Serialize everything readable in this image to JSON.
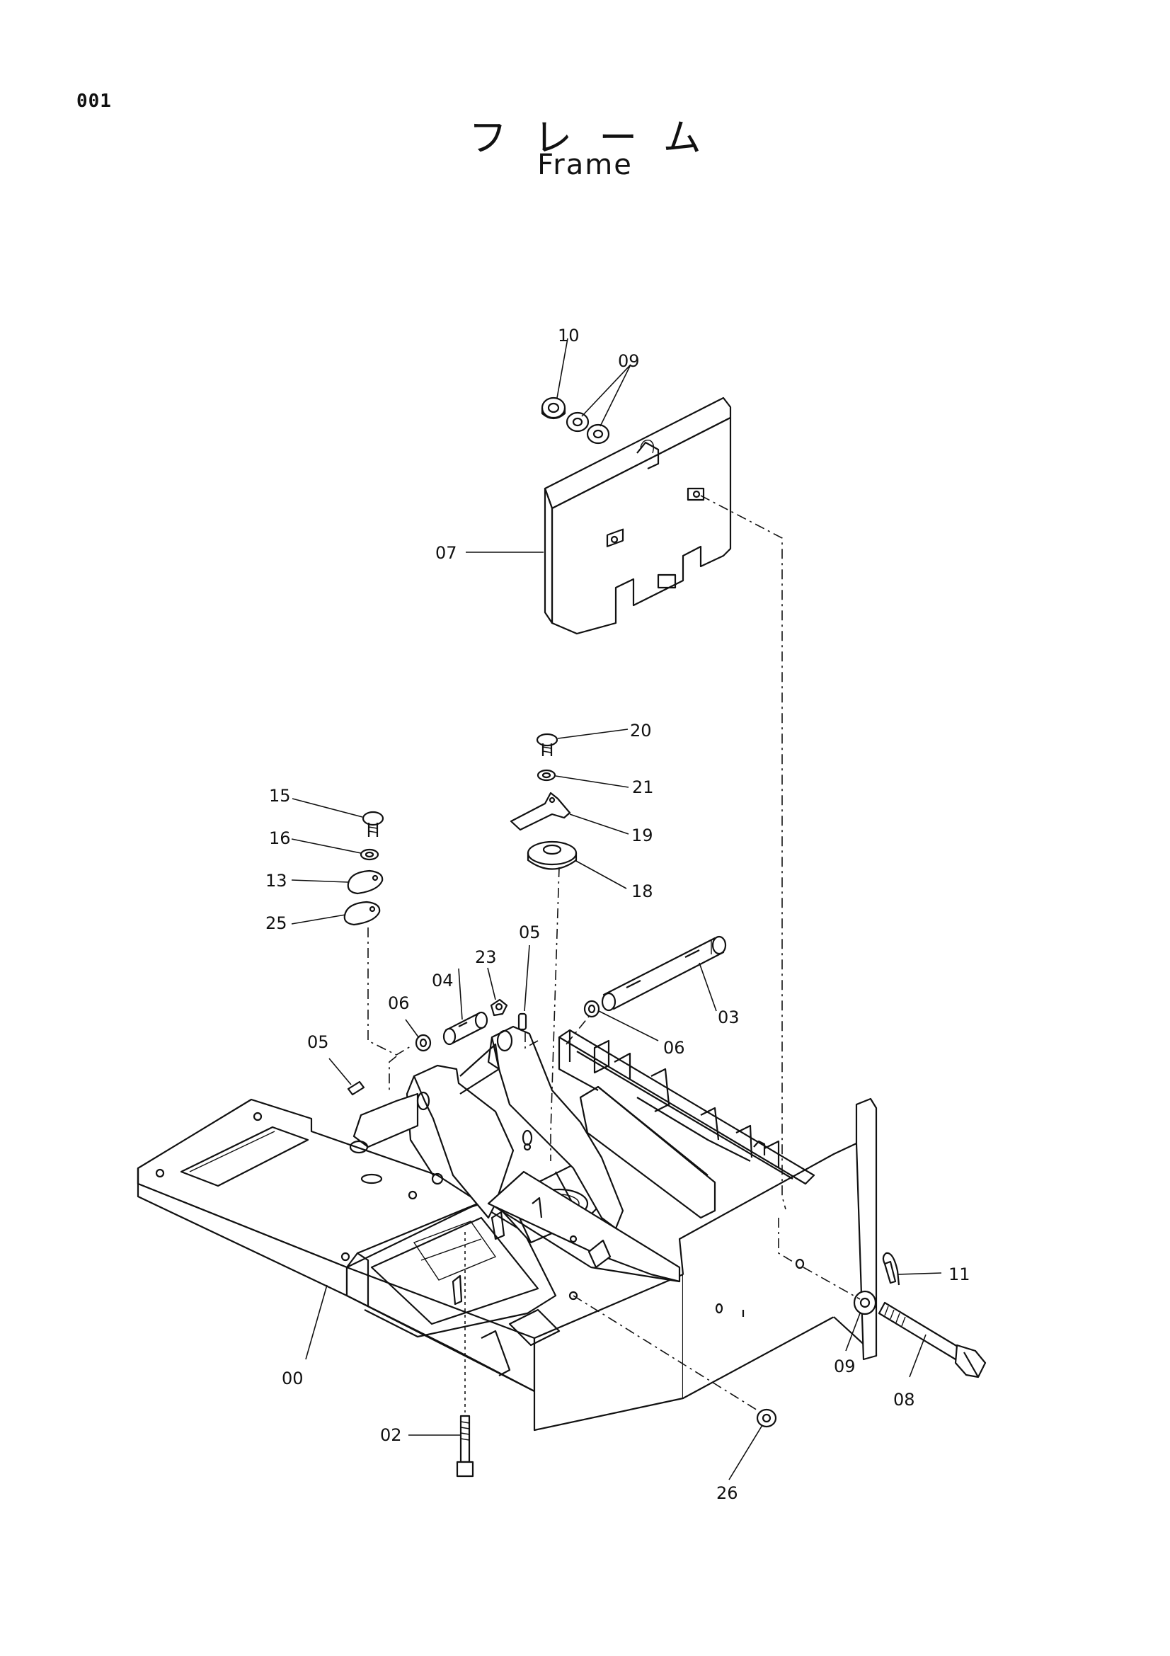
{
  "page_number": "001",
  "title_jp": "フレーム",
  "title_en": "Frame",
  "callouts": {
    "c00": "00",
    "c02": "02",
    "c03": "03",
    "c04": "04",
    "c05a": "05",
    "c05b": "05",
    "c06a": "06",
    "c06b": "06",
    "c07": "07",
    "c08": "08",
    "c09a": "09",
    "c09b": "09",
    "c10": "10",
    "c11": "11",
    "c13": "13",
    "c15": "15",
    "c16": "16",
    "c18": "18",
    "c19": "19",
    "c20": "20",
    "c21": "21",
    "c23": "23",
    "c25": "25",
    "c26": "26"
  }
}
